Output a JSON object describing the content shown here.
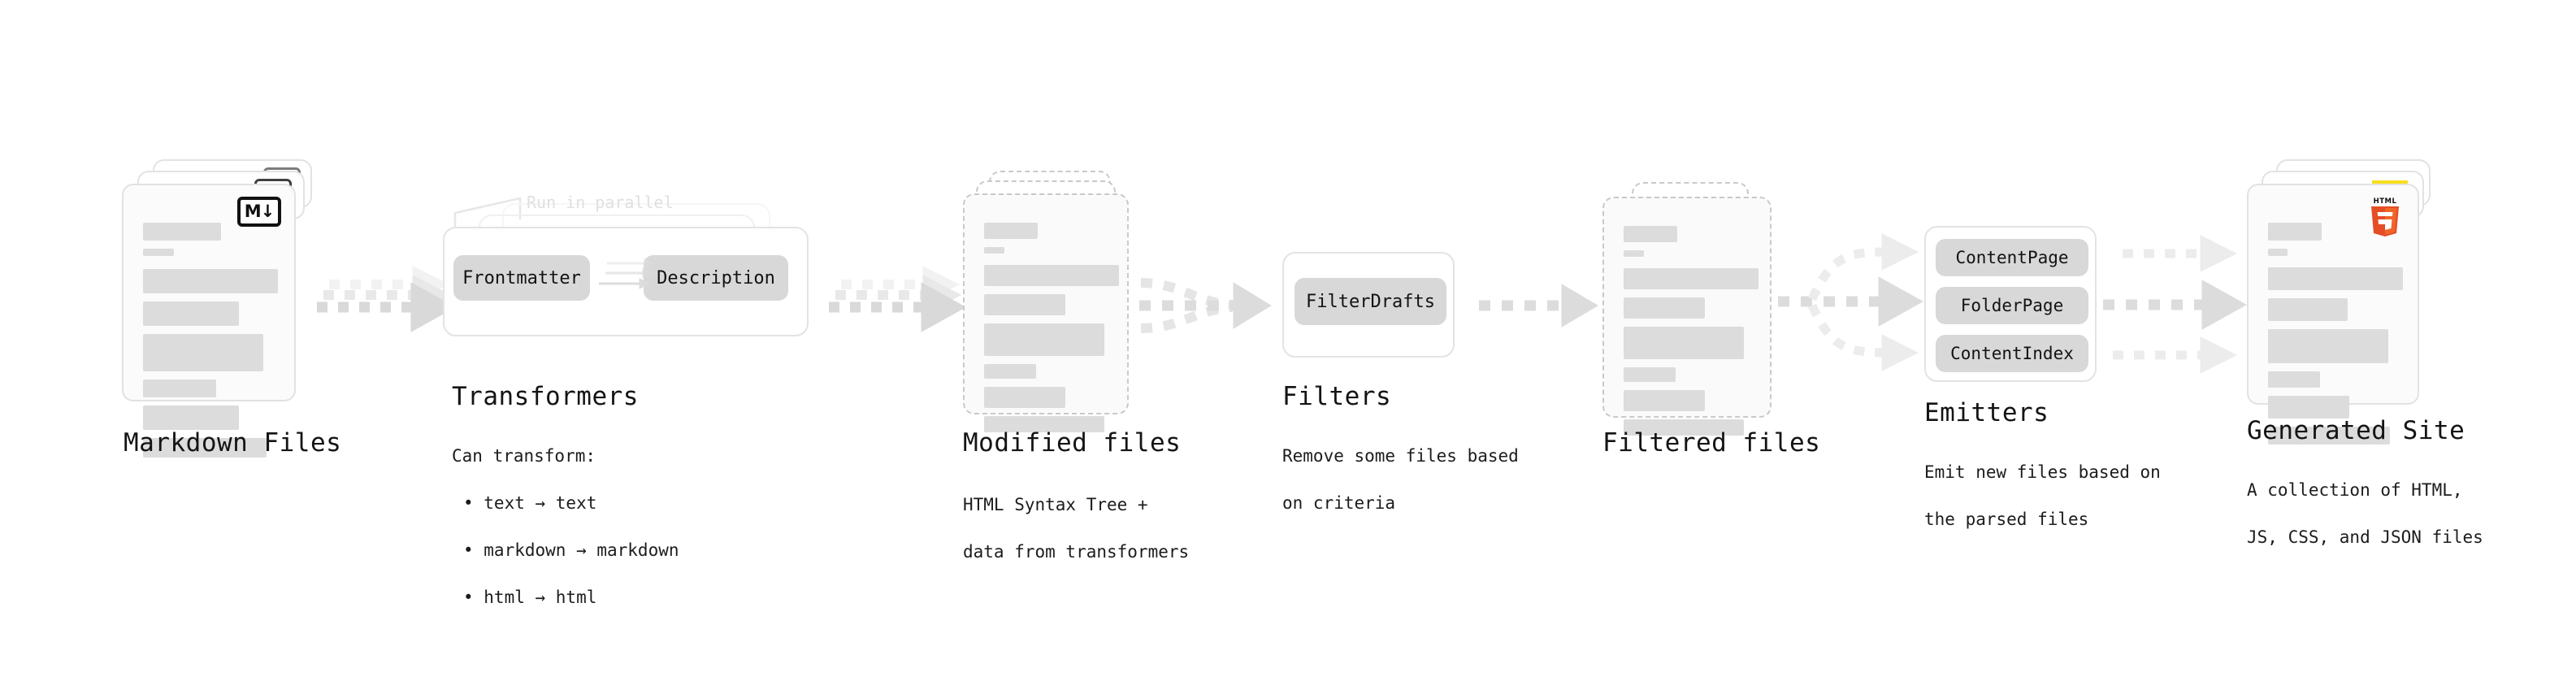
{
  "diagram": {
    "title_visible": false,
    "palette": {
      "bar": "#dcdcdc",
      "card_border": "#e2e2e2",
      "dashed_border": "#c9c9c9",
      "pill": "#d8d8d8",
      "arrow": "#d6d6d6",
      "arrow_faint": "#ededed",
      "text": "#141414",
      "ghost_text": "#e0e0e0",
      "html5_orange": "#e44d26",
      "html5_orange_light": "#f16529",
      "js_yellow": "#f7df1e",
      "css_blue": "#264de4"
    }
  },
  "stages": [
    {
      "id": "markdown-files",
      "title": "Markdown Files",
      "subtitle": "",
      "icon": "markdown-icon",
      "icon_label": "M↓",
      "card_count": 3,
      "card_style": "solid"
    },
    {
      "id": "transformers",
      "title": "Transformers",
      "subtitle": "Can transform:\n  • text → text\n  • markdown → markdown\n  • html → html",
      "subtitle_lines": [
        "Can transform:",
        "• text → text",
        "• markdown → markdown",
        "• html → html"
      ],
      "annotation": "Run in parallel",
      "pills": [
        "Frontmatter",
        "Description"
      ],
      "card_count": 3,
      "card_style": "process"
    },
    {
      "id": "modified-files",
      "title": "Modified files",
      "subtitle": "HTML Syntax Tree +\ndata from transformers",
      "subtitle_lines": [
        "HTML Syntax Tree +",
        "data from transformers"
      ],
      "card_count": 3,
      "card_style": "dashed"
    },
    {
      "id": "filters",
      "title": "Filters",
      "subtitle": "Remove some files based\non criteria",
      "subtitle_lines": [
        "Remove some files based",
        "on criteria"
      ],
      "pills": [
        "FilterDrafts"
      ],
      "card_count": 1,
      "card_style": "process"
    },
    {
      "id": "filtered-files",
      "title": "Filtered files",
      "subtitle": "",
      "card_count": 2,
      "card_style": "dashed"
    },
    {
      "id": "emitters",
      "title": "Emitters",
      "subtitle": "Emit new files based on\nthe parsed files",
      "subtitle_lines": [
        "Emit new files based on",
        "the parsed files"
      ],
      "pills": [
        "ContentPage",
        "FolderPage",
        "ContentIndex"
      ],
      "card_count": 1,
      "card_style": "process"
    },
    {
      "id": "generated-site",
      "title": "Generated Site",
      "subtitle": "A collection of HTML,\nJS, CSS, and JSON files",
      "subtitle_lines": [
        "A collection of HTML,",
        "JS, CSS, and JSON files"
      ],
      "icons": [
        "css3-icon",
        "javascript-icon",
        "html5-icon"
      ],
      "card_count": 3,
      "card_style": "solid"
    }
  ],
  "connectors": [
    {
      "id": "markdown-to-transformers",
      "type": "dotted-arrow-stack",
      "count": 3
    },
    {
      "id": "transformers-to-modified",
      "type": "dotted-arrow-stack",
      "count": 3
    },
    {
      "id": "modified-to-filters",
      "type": "dotted-arrow-merge",
      "count": 3
    },
    {
      "id": "filters-to-filtered",
      "type": "dotted-arrow-single",
      "count": 1
    },
    {
      "id": "filtered-to-emitters",
      "type": "dotted-arrow-split",
      "count": 3
    },
    {
      "id": "emitters-to-site",
      "type": "dotted-arrow-parallel",
      "count": 3
    }
  ],
  "skeleton_bars": [
    {
      "w": 96,
      "h": 22,
      "gap": 8
    },
    {
      "w": 38,
      "h": 9,
      "gap": 16
    },
    {
      "w": 196,
      "h": 30,
      "gap": 11
    },
    {
      "w": 125,
      "h": 30,
      "gap": 11
    },
    {
      "w": 175,
      "h": 46,
      "gap": 11
    },
    {
      "w": 90,
      "h": 22,
      "gap": 11
    },
    {
      "w": 124,
      "h": 30,
      "gap": 11
    },
    {
      "w": 180,
      "h": 24,
      "gap": 0
    }
  ]
}
